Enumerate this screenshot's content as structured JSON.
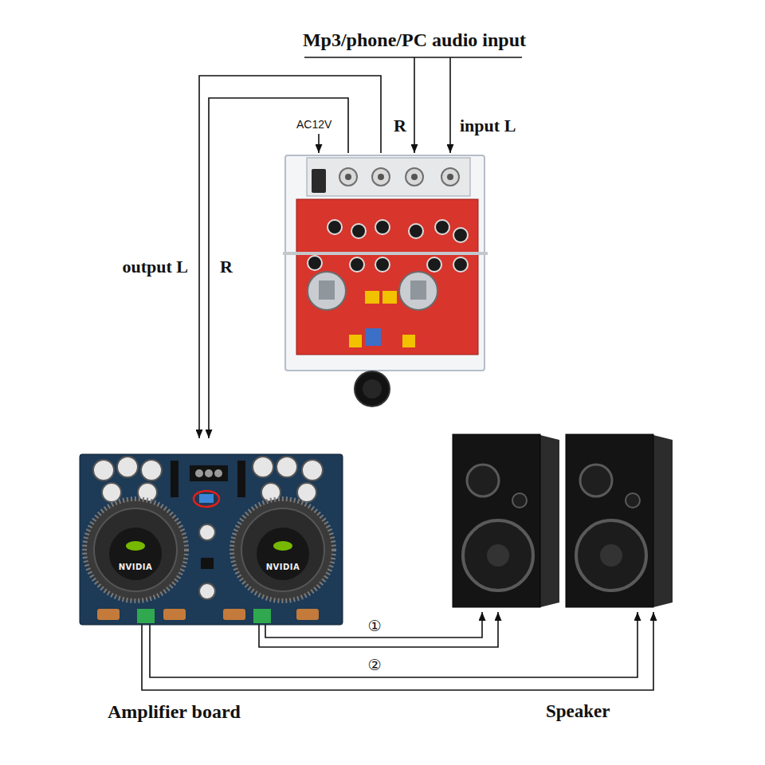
{
  "diagram": {
    "nodes": [
      {
        "text": [
          "Mp3/phone/PC audio input"
        ]
      },
      {
        "text": [
          "AC12V"
        ]
      },
      {
        "text": [
          "Amplifier board"
        ]
      },
      {
        "text": [
          "Speaker"
        ]
      }
    ],
    "edges": [
      {
        "from": 0,
        "to": 1,
        "arrow": "to",
        "label": "R"
      },
      {
        "from": 0,
        "to": 1,
        "arrow": "to",
        "label": "input L"
      },
      {
        "from": 1,
        "to": 2,
        "arrow": "to",
        "label": "output L"
      },
      {
        "from": 1,
        "to": 2,
        "arrow": "to",
        "label": "R"
      },
      {
        "from": 2,
        "to": 3,
        "arrow": "to",
        "label": "①"
      },
      {
        "from": 2,
        "to": 3,
        "arrow": "to",
        "label": "②"
      }
    ],
    "labels": [
      "NVIDIA",
      "NVIDIA"
    ]
  }
}
